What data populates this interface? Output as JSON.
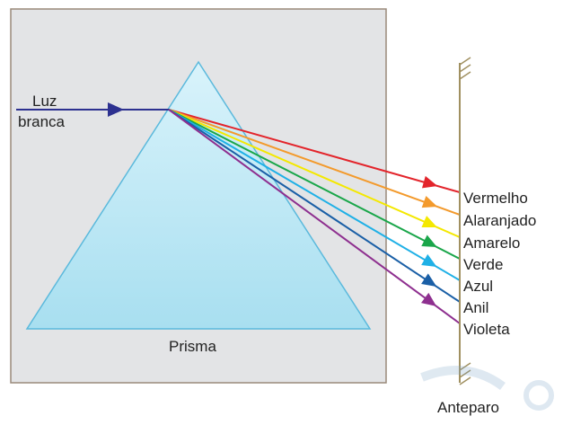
{
  "labels": {
    "light_source": [
      "Luz",
      "branca"
    ],
    "prism": "Prisma",
    "screen": "Anteparo"
  },
  "spectrum": [
    {
      "name": "Vermelho",
      "color": "#e3242b"
    },
    {
      "name": "Alaranjado",
      "color": "#f39a2c"
    },
    {
      "name": "Amarelo",
      "color": "#f4e800"
    },
    {
      "name": "Verde",
      "color": "#1aa64a"
    },
    {
      "name": "Azul",
      "color": "#1fb0e6"
    },
    {
      "name": "Anil",
      "color": "#1a5fa6"
    },
    {
      "name": "Violeta",
      "color": "#8e2f8f"
    }
  ],
  "colors": {
    "incident_ray": "#2d3190",
    "background_box": "#e3e4e6",
    "box_border": "#9a8a7a",
    "prism_fill_top": "#d9f3fb",
    "prism_fill_bottom": "#a8dff0",
    "prism_stroke": "#5bb9dc",
    "screen": "#a09060"
  }
}
